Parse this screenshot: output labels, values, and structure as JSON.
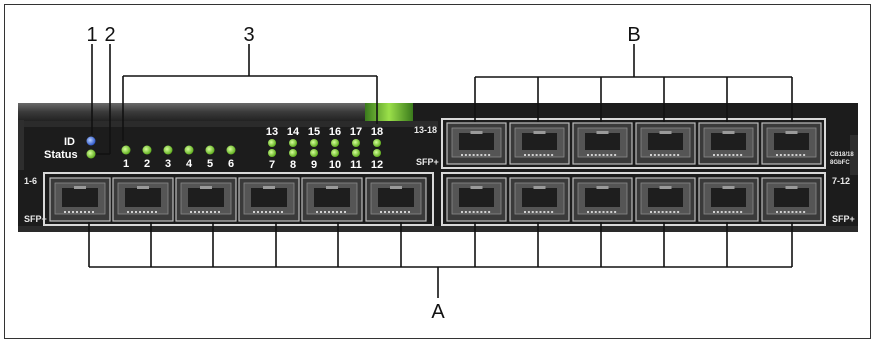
{
  "callouts": {
    "c1": "1",
    "c2": "2",
    "c3": "3",
    "cA": "A",
    "cB": "B"
  },
  "panel": {
    "id_label": "ID",
    "status_label": "Status",
    "led_top_numbers": [
      "13",
      "14",
      "15",
      "16",
      "17",
      "18"
    ],
    "led_bottom_numbers": [
      "7",
      "8",
      "9",
      "10",
      "11",
      "12"
    ],
    "led_left_numbers": [
      "1",
      "2",
      "3",
      "4",
      "5",
      "6"
    ],
    "port_group_left_range": "1-6",
    "port_group_left_type": "SFP+",
    "port_group_upper_range": "13-18",
    "port_group_upper_type": "SFP+",
    "port_group_right_range": "7-12",
    "port_group_right_type": "SFP+",
    "model_line1": "CB18/18",
    "model_line2": "8GbFC"
  },
  "colors": {
    "chassis": "#1a1a1a",
    "port_frame": "#d9d9d9",
    "led_green": "#7ccf2e",
    "led_blue": "#3a6fe0"
  }
}
